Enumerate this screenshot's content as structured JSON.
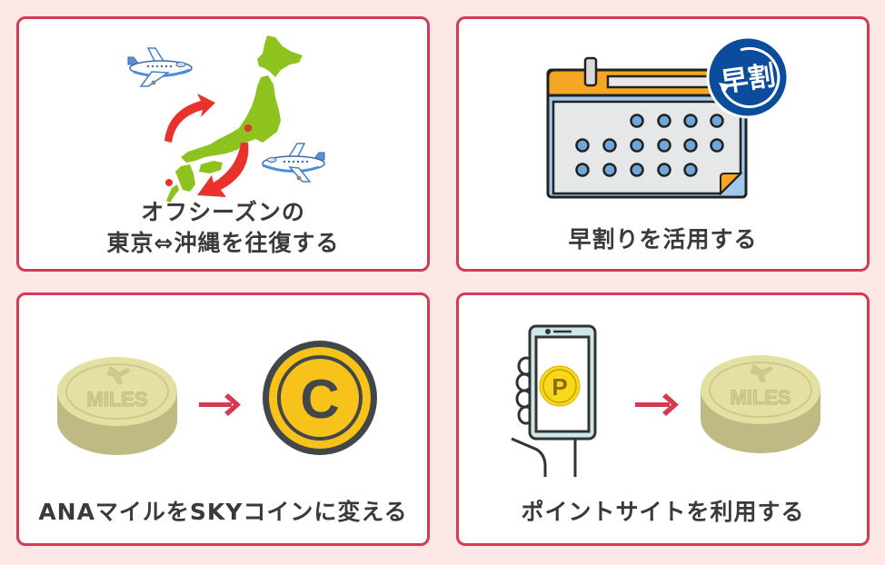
{
  "colors": {
    "page_background": "#fde8e8",
    "card_border": "#d43a52",
    "card_background": "#ffffff",
    "label_text": "#3a3a3a",
    "arrow_red": "#d43a52",
    "map_green": "#8dc21f",
    "route_arrow": "#e8322b",
    "badge_blue": "#0b4c9c",
    "calendar_orange": "#f5a623",
    "calendar_blue": "#9fc8ea",
    "coin_gold": "#f7c21a",
    "miles_coin": "#e6e2a6"
  },
  "cards": [
    {
      "id": "offseason-roundtrip",
      "illustration": "japan-map-with-airplanes-icon",
      "label_lines": [
        "オフシーズンの",
        "東京⇔沖縄を往復する"
      ]
    },
    {
      "id": "early-discount",
      "illustration": "calendar-with-early-discount-badge-icon",
      "badge_text": "早割",
      "label_lines": [
        "早割りを活用する"
      ]
    },
    {
      "id": "miles-to-skycoin",
      "illustration": "miles-coin-to-c-coin-icon",
      "miles_coin_text": "MILES",
      "coin_letter": "C",
      "label_lines": [
        "ANAマイルをSKYコインに変える"
      ]
    },
    {
      "id": "point-site",
      "illustration": "smartphone-points-to-miles-icon",
      "point_coin_letter": "P",
      "miles_coin_text": "MILES",
      "label_lines": [
        "ポイントサイトを利用する"
      ]
    }
  ]
}
